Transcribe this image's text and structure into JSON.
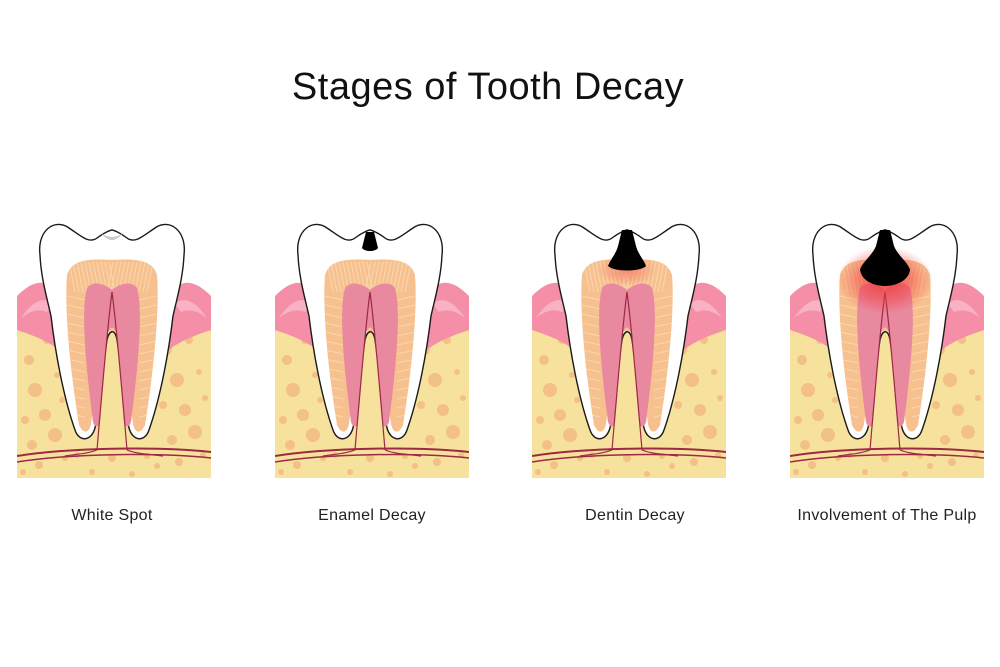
{
  "title": "Stages of Tooth Decay",
  "stages": [
    {
      "label": "White Spot",
      "decay": "white-spot"
    },
    {
      "label": "Enamel Decay",
      "decay": "enamel"
    },
    {
      "label": "Dentin Decay",
      "decay": "dentin"
    },
    {
      "label": "Involvement of The Pulp",
      "decay": "pulp"
    }
  ],
  "colors": {
    "bone": "#f6e29c",
    "bone_dot": "#f3c087",
    "gum": "#f58fa8",
    "gum_light": "#f9b2c3",
    "enamel": "#ffffff",
    "outline": "#1a1a1a",
    "dentin": "#f6c18f",
    "dentin_light": "#f9d6ae",
    "pulp": "#e9899f",
    "nerve": "#9c2a44",
    "cavity": "#000000",
    "white_spot": "#c8c8c8",
    "inflammation": "#f03c3c"
  }
}
